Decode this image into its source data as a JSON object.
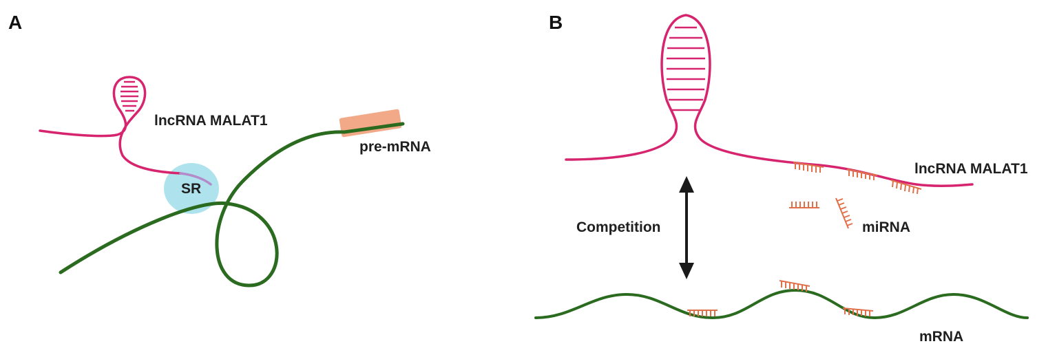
{
  "panels": [
    {
      "label": "A",
      "lncrna_label": "lncRNA MALAT1",
      "sr_label": "SR",
      "pre_mrna_label": "pre-mRNA"
    },
    {
      "label": "B",
      "lncrna_label": "lncRNA MALAT1",
      "competition_label": "Competition",
      "mirna_label": "miRNA",
      "mrna_label": "mRNA"
    }
  ],
  "colors": {
    "lncrna": "#d6246e",
    "mrna": "#2a6b1f",
    "sr_protein": "#aee3ee",
    "pre_mrna_highlight": "#f2a988",
    "mirna": "#e0704a",
    "arrow": "#1a1a1a"
  }
}
